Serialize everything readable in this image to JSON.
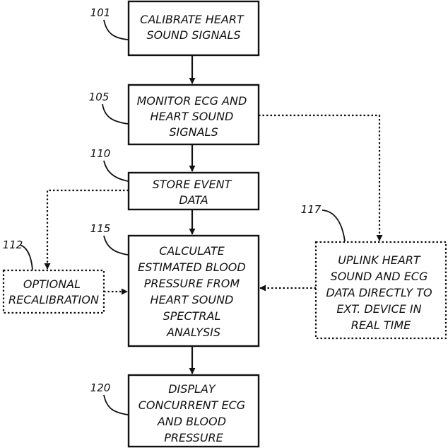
{
  "nodes": {
    "n101": {
      "ref": "101",
      "lines": [
        "CALIBRATE HEART",
        "SOUND SIGNALS"
      ]
    },
    "n105": {
      "ref": "105",
      "lines": [
        "MONITOR ECG AND",
        "HEART SOUND",
        "SIGNALS"
      ]
    },
    "n110": {
      "ref": "110",
      "lines": [
        "STORE EVENT",
        "DATA"
      ]
    },
    "n115": {
      "ref": "115",
      "lines": [
        "CALCULATE",
        "ESTIMATED BLOOD",
        "PRESSURE FROM",
        "HEART SOUND",
        "SPECTRAL",
        "ANALYSIS"
      ]
    },
    "n112": {
      "ref": "112",
      "lines": [
        "OPTIONAL",
        "RECALIBRATION"
      ]
    },
    "n117": {
      "ref": "117",
      "lines": [
        "UPLINK HEART",
        "SOUND AND ECG",
        "DATA DIRECTLY TO",
        "EXT. DEVICE IN",
        "REAL TIME"
      ]
    },
    "n120": {
      "ref": "120",
      "lines": [
        "DISPLAY",
        "CONCURRENT ECG",
        "AND BLOOD",
        "PRESSURE"
      ]
    }
  },
  "edges": [
    {
      "from": "101",
      "to": "105",
      "style": "solid"
    },
    {
      "from": "105",
      "to": "110",
      "style": "solid"
    },
    {
      "from": "110",
      "to": "115",
      "style": "solid"
    },
    {
      "from": "115",
      "to": "120",
      "style": "solid"
    },
    {
      "from": "105",
      "to": "117",
      "style": "dotted"
    },
    {
      "from": "117",
      "to": "115",
      "style": "dotted"
    },
    {
      "from": "110",
      "to": "112",
      "style": "dotted"
    },
    {
      "from": "112",
      "to": "115",
      "style": "dotted"
    }
  ]
}
